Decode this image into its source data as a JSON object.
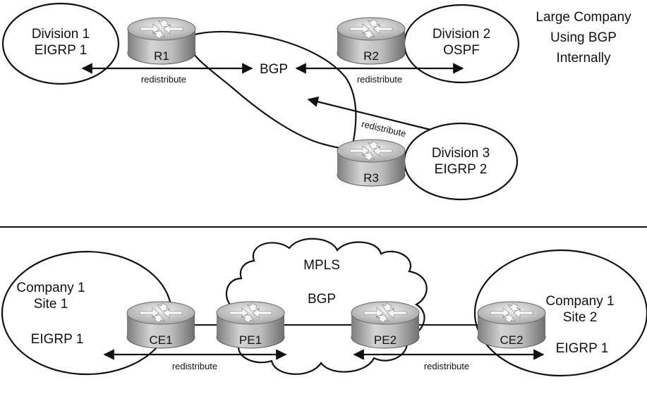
{
  "top": {
    "title": [
      "Large Company",
      "Using BGP",
      "Internally"
    ],
    "division1": [
      "Division 1",
      "EIGRP 1"
    ],
    "division2": [
      "Division 2",
      "OSPF"
    ],
    "division3": [
      "Division 3",
      "EIGRP 2"
    ],
    "bgp_label": "BGP",
    "routers": {
      "r1": "R1",
      "r2": "R2",
      "r3": "R3"
    },
    "redistribute_labels": [
      "redistribute",
      "redistribute",
      "redistribute"
    ]
  },
  "bottom": {
    "company_site1": [
      "Company 1",
      "Site 1"
    ],
    "eigrp_left": "EIGRP 1",
    "company_site2": [
      "Company 1",
      "Site 2"
    ],
    "eigrp_right": "EIGRP 1",
    "mpls_label": "MPLS",
    "bgp_label": "BGP",
    "routers": {
      "ce1": "CE1",
      "pe1": "PE1",
      "pe2": "PE2",
      "ce2": "CE2"
    },
    "redistribute_labels": [
      "redistribute",
      "redistribute"
    ]
  },
  "colors": {
    "router_light": "#e6e6e6",
    "router_dark": "#8c8c8c",
    "line": "#111111"
  }
}
